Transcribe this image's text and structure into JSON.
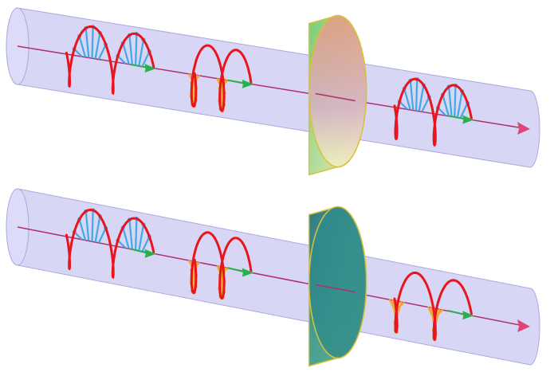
{
  "colors": {
    "tube_fill": "#c9c9f2",
    "tube_stroke": "#a9a9e0",
    "axis": "#b0306a",
    "helix": "#e8141e",
    "field_arrow_blue": "#3fa9e8",
    "field_arrow_orange": "#f0a830",
    "propagation_arrow": "#2ab04a",
    "end_arrow": "#e0457a",
    "disk_top_front": "#8fd07a",
    "disk_top_back": "#f0b0a0",
    "disk_bottom": "#2f8a8a",
    "disk_edge": "#d9c23a"
  },
  "panels": [
    {
      "name": "top",
      "segments": [
        {
          "color": "blue",
          "direction": "up"
        },
        {
          "color": "orange",
          "direction": "down"
        },
        {
          "color": "blue",
          "direction": "up"
        }
      ]
    },
    {
      "name": "bottom",
      "segments": [
        {
          "color": "blue",
          "direction": "up"
        },
        {
          "color": "orange",
          "direction": "down"
        },
        {
          "color": "orange",
          "direction": "down"
        }
      ]
    }
  ]
}
